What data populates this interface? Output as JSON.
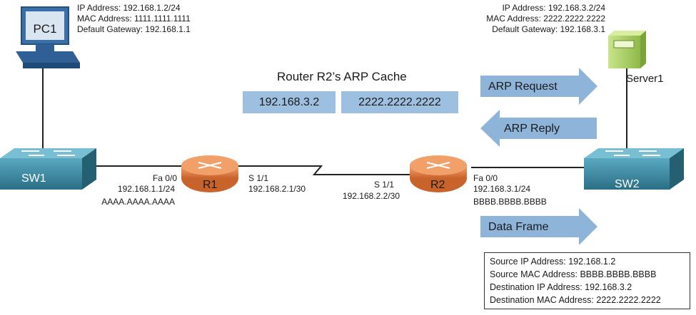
{
  "cache_title": "Router R2’s ARP Cache",
  "cache_ip": "192.168.3.2",
  "cache_mac": "2222.2222.2222",
  "pc1": {
    "label": "PC1",
    "ip": "IP Address: 192.168.1.2/24",
    "mac": "MAC Address: 1111.1111.1111",
    "gateway": "Default Gateway: 192.168.1.1"
  },
  "server1": {
    "label": "Server1",
    "ip": "IP Address: 192.168.3.2/24",
    "mac": "MAC Address: 2222.2222.2222",
    "gateway": "Default Gateway: 192.168.3.1"
  },
  "sw1": "SW1",
  "sw2": "SW2",
  "r1": {
    "label": "R1",
    "fa_if": "Fa 0/0",
    "fa_ip": "192.168.1.1/24",
    "fa_mac": "AAAA.AAAA.AAAA",
    "s_if": "S 1/1",
    "s_ip": "192.168.2.1/30"
  },
  "r2": {
    "label": "R2",
    "s_if": "S 1/1",
    "s_ip": "192.168.2.2/30",
    "fa_if": "Fa 0/0",
    "fa_ip": "192.168.3.1/24",
    "fa_mac": "BBBB.BBBB.BBBB"
  },
  "arrows": {
    "arp_request": "ARP Request",
    "arp_reply": "ARP Reply",
    "data_frame": "Data Frame"
  },
  "frame": {
    "src_ip": "Source IP Address: 192.168.1.2",
    "src_mac": "Source MAC Address: BBBB.BBBB.BBBB",
    "dst_ip": "Destination IP Address: 192.168.3.2",
    "dst_mac": "Destination MAC Address: 2222.2222.2222"
  },
  "colors": {
    "arrow_fill": "#8fb4d9",
    "cache_fill": "#9dbfe0",
    "router_fill": "#e8894a",
    "switch_fill": "#3d8fa8",
    "server_fill": "#b5d66e",
    "pc_fill": "#3a6fa8"
  }
}
